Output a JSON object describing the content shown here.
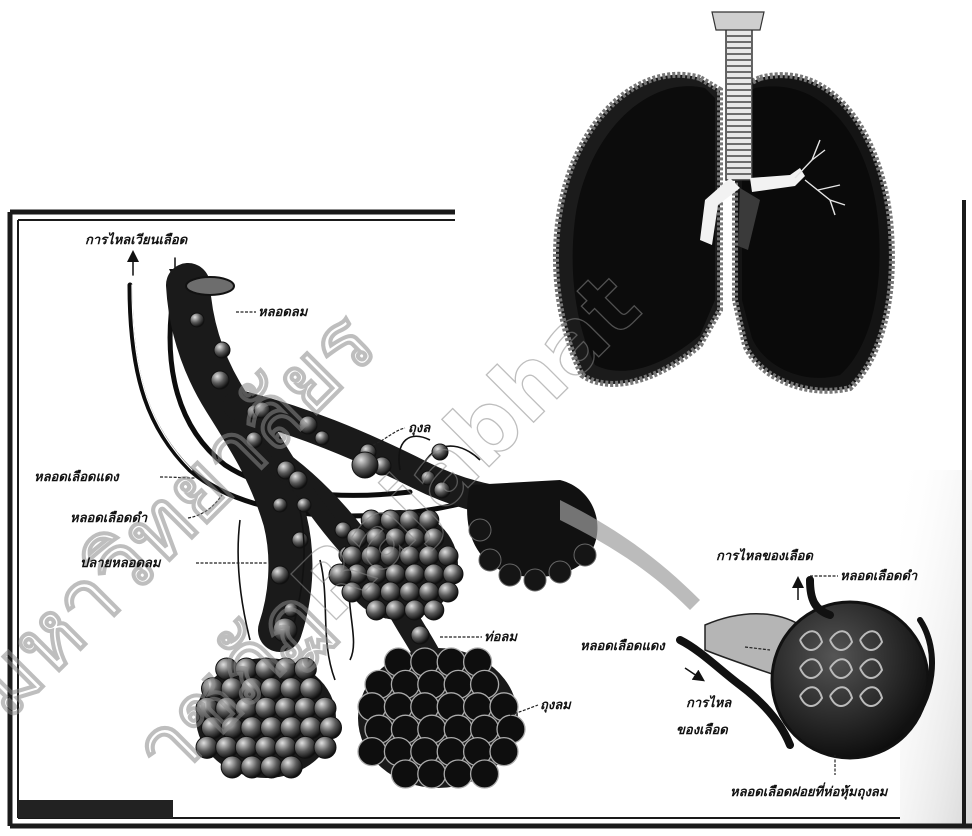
{
  "labels": {
    "blood_circulation": "การไหลเวียนเลือด",
    "trachea": "หลอดลม",
    "air_sac_top": "ถุงล",
    "artery_left": "หลอดเลือดแดง",
    "vein_left": "หลอดเลือดดำ",
    "bronchiole_end": "ปลายหลอดลม",
    "air_duct": "ท่อลม",
    "air_sac_bottom": "ถุงลม",
    "blood_flow_top": "การไหลของเลือด",
    "vein_right": "หลอดเลือดดำ",
    "artery_right": "หลอดเลือดแดง",
    "blood_flow_bottom_1": "การไหล",
    "blood_flow_bottom_2": "ของเลือด",
    "capillary": "หลอดเลือดฝอยที่ห่อหุ้มถุงลม"
  },
  "watermark": {
    "line1": "มหาวิทยาลัยร",
    "line2": "าชภัฏRajabhat"
  },
  "colors": {
    "ink": "#0d0d0d",
    "frame": "#1a1a1a",
    "bubble_highlight": "#d8d8d8"
  }
}
